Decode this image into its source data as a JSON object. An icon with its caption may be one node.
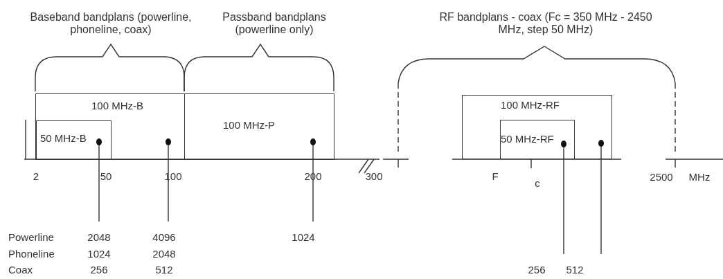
{
  "diagram": {
    "nodes": [
      {
        "text": [
          "100 MHz-B"
        ]
      },
      {
        "text": [
          "50 MHz-B"
        ],
        "in": 0
      },
      {
        "text": [
          "100 MHz-P"
        ]
      },
      {
        "text": [
          "100 MHz-RF"
        ]
      },
      {
        "text": [
          "50 MHz-RF"
        ],
        "in": 3
      }
    ],
    "labels": [
      "Baseband bandplans (powerline, phoneline, coax)",
      "Passband bandplans (powerline only)",
      "RF bandplans - coax (Fc = 350 MHz - 2450 MHz, step 50 MHz)",
      "2",
      "50",
      "100",
      "200",
      "300",
      "F",
      "c",
      "2500",
      "MHz",
      "Powerline",
      "2048",
      "4096",
      "1024",
      "Phoneline",
      "1024",
      "2048",
      "Coax",
      "256",
      "512",
      "256",
      "512"
    ]
  }
}
